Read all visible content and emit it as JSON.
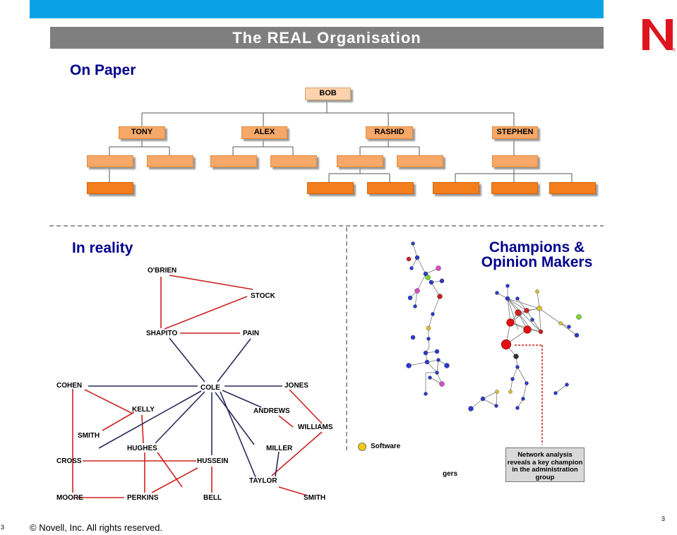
{
  "header": {
    "title": "The REAL Organisation"
  },
  "sections": {
    "on_paper": "On Paper",
    "in_reality": "In reality",
    "champions": "Champions & Opinion Makers"
  },
  "org_chart": {
    "root": "BOB",
    "managers": [
      "TONY",
      "ALEX",
      "RASHID",
      "STEPHEN"
    ]
  },
  "reality_names": {
    "obrien": "O'BRIEN",
    "stock": "STOCK",
    "shapito": "SHAPITO",
    "pain": "PAIN",
    "cohen": "COHEN",
    "cole": "COLE",
    "jones": "JONES",
    "kelly": "KELLY",
    "andrews": "ANDREWS",
    "smith1": "SMITH",
    "williams": "WILLIAMS",
    "hughes": "HUGHES",
    "miller": "MILLER",
    "cross": "CROSS",
    "hussein": "HUSSEIN",
    "taylor": "TAYLOR",
    "moore": "MOORE",
    "perkins": "PERKINS",
    "bell": "BELL",
    "smith2": "SMITH"
  },
  "legend": {
    "software": "Software",
    "partial": "gers"
  },
  "callout": {
    "text": "Network analysis reveals a key champion in the administration group"
  },
  "footer": {
    "copyright": "©  Novell, Inc.  All rights reserved.",
    "page_left": "3",
    "page_right": "3"
  },
  "colors": {
    "brand": "#0aa2e6",
    "heading": "#00008b",
    "formal_link": "#cc2222",
    "informal_link": "#2a2a5a",
    "logo": "#e0141e"
  }
}
